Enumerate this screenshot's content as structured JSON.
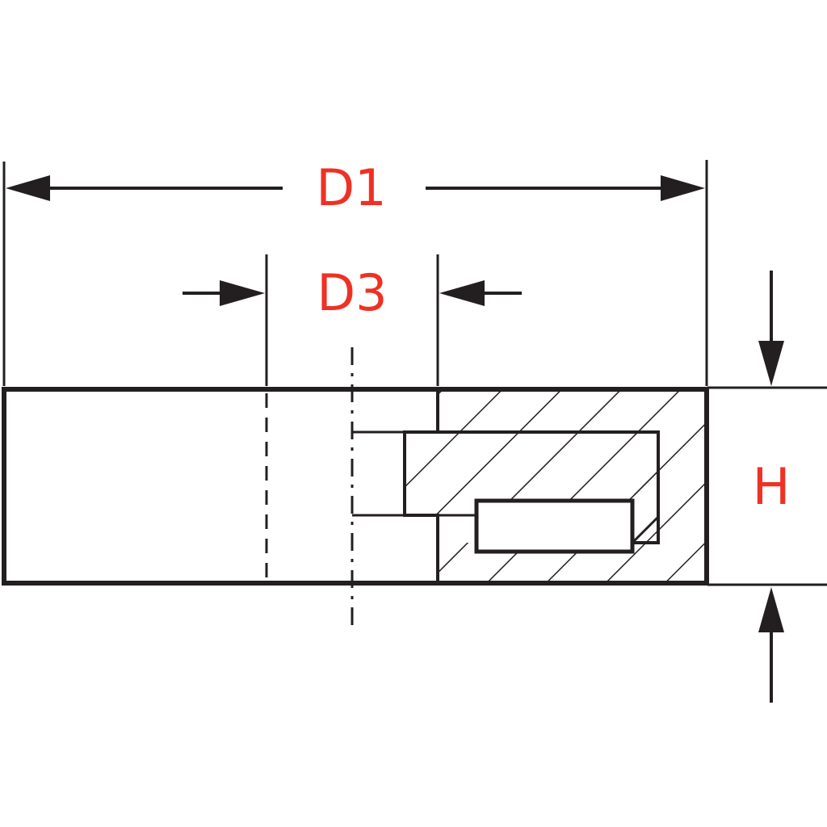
{
  "dimensions": {
    "d1_label": "D1",
    "d3_label": "D3",
    "h_label": "H"
  },
  "colors": {
    "line": "#231f20",
    "label": "#ee3124",
    "background": "#ffffff"
  }
}
